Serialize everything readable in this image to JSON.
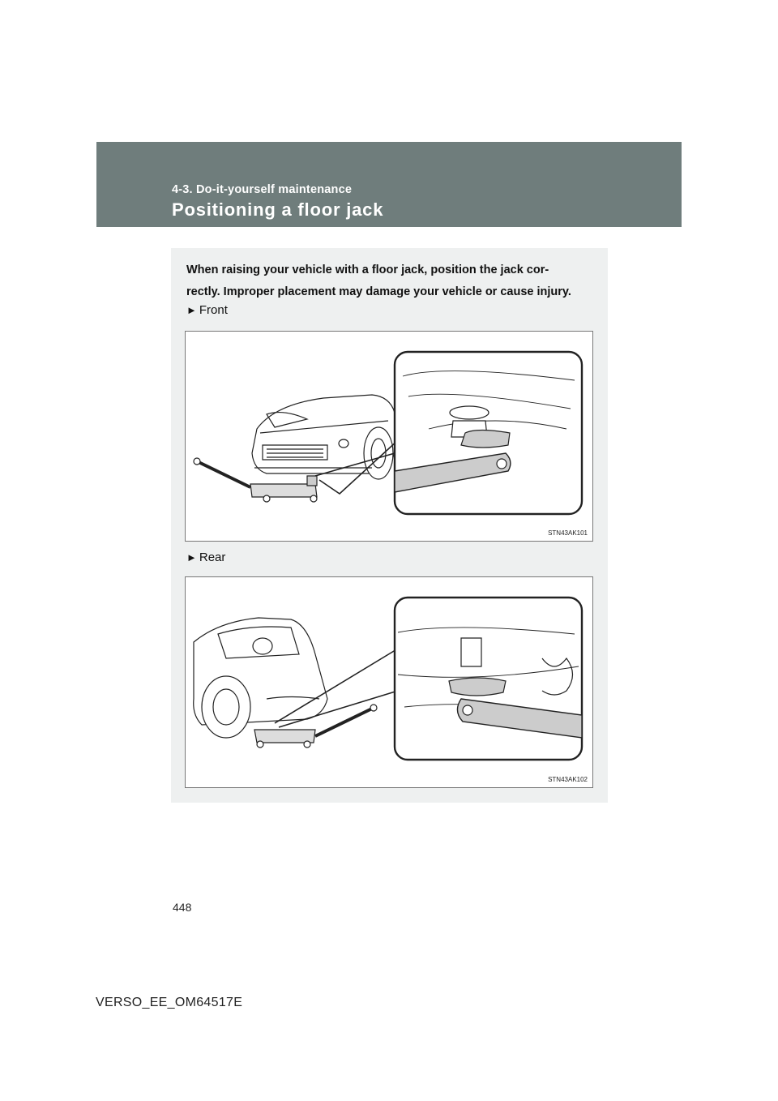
{
  "header": {
    "section": "4-3. Do-it-yourself maintenance",
    "title": "Positioning a floor jack"
  },
  "intro": "When raising your vehicle with a floor jack, position the jack correctly. Improper placement may damage your vehicle or cause injury.",
  "intro_line1": "When raising your vehicle with a floor jack, position the jack cor-",
  "intro_line2": "rectly. Improper placement may damage your vehicle or cause injury.",
  "figures": [
    {
      "marker": "►",
      "label": "Front",
      "code": "STN43AK101"
    },
    {
      "marker": "►",
      "label": "Rear",
      "code": "STN43AK102"
    }
  ],
  "footer": {
    "page_number": "448",
    "doc_code": "VERSO_EE_OM64517E"
  }
}
